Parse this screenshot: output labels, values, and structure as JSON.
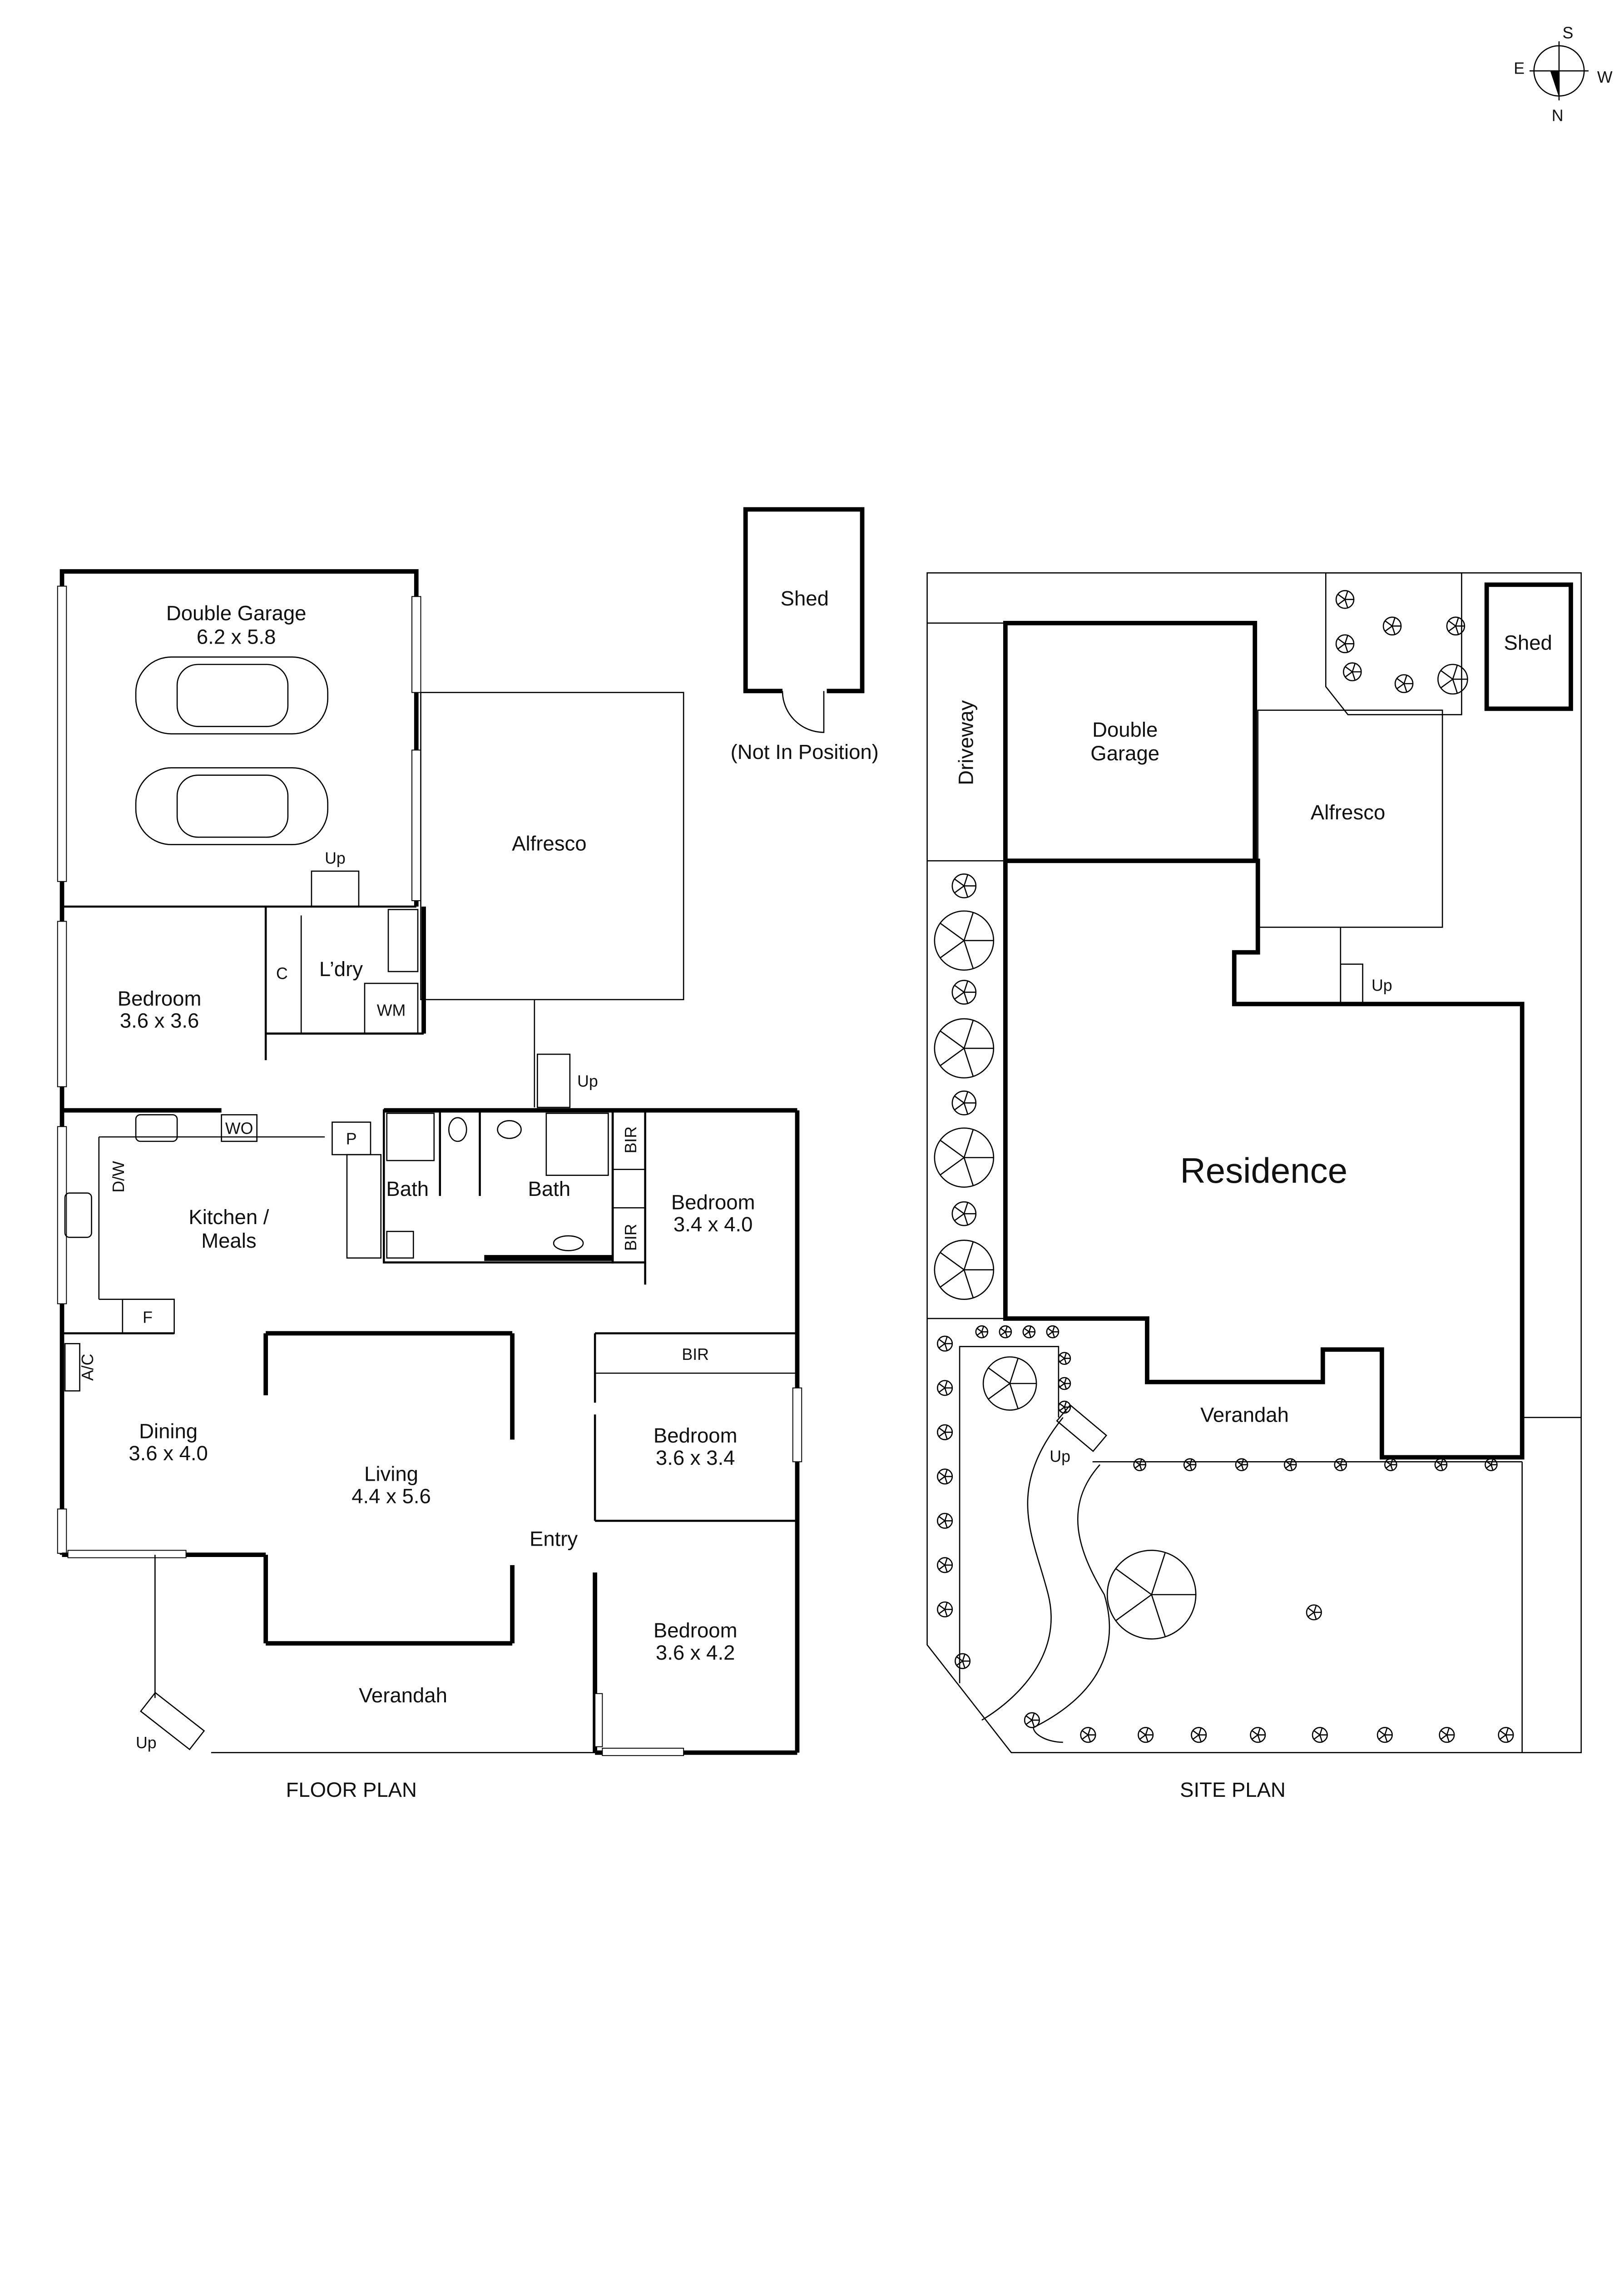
{
  "compass": {
    "n": "N",
    "s": "S",
    "e": "E",
    "w": "W"
  },
  "floor_plan": {
    "title": "FLOOR PLAN",
    "rooms": {
      "garage_name": "Double Garage",
      "garage_size": "6.2 x 5.8",
      "alfresco": "Alfresco",
      "bed1_name": "Bedroom",
      "bed1_size": "3.6 x 3.6",
      "cupboard": "C",
      "laundry": "L’dry",
      "washing_machine": "WM",
      "wall_oven": "WO",
      "pantry": "P",
      "dishwasher": "D/W",
      "fridge": "F",
      "kitchen_line1": "Kitchen /",
      "kitchen_line2": "Meals",
      "bath1": "Bath",
      "bath2": "Bath",
      "bir1": "BIR",
      "bir2": "BIR",
      "bir3": "BIR",
      "bed2_name": "Bedroom",
      "bed2_size": "3.4 x 4.0",
      "aircon": "A/C",
      "dining_name": "Dining",
      "dining_size": "3.6 x 4.0",
      "living_name": "Living",
      "living_size": "4.4 x 5.6",
      "bed3_name": "Bedroom",
      "bed3_size": "3.6 x 3.4",
      "entry": "Entry",
      "bed4_name": "Bedroom",
      "bed4_size": "3.6 x 4.2",
      "verandah": "Verandah",
      "up_garage": "Up",
      "up_alfresco": "Up",
      "up_verandah": "Up"
    }
  },
  "shed": {
    "label": "Shed",
    "note": "(Not In Position)"
  },
  "site_plan": {
    "title": "SITE PLAN",
    "driveway": "Driveway",
    "garage_line1": "Double",
    "garage_line2": "Garage",
    "alfresco": "Alfresco",
    "shed": "Shed",
    "residence": "Residence",
    "verandah": "Verandah",
    "up1": "Up",
    "up2": "Up"
  }
}
